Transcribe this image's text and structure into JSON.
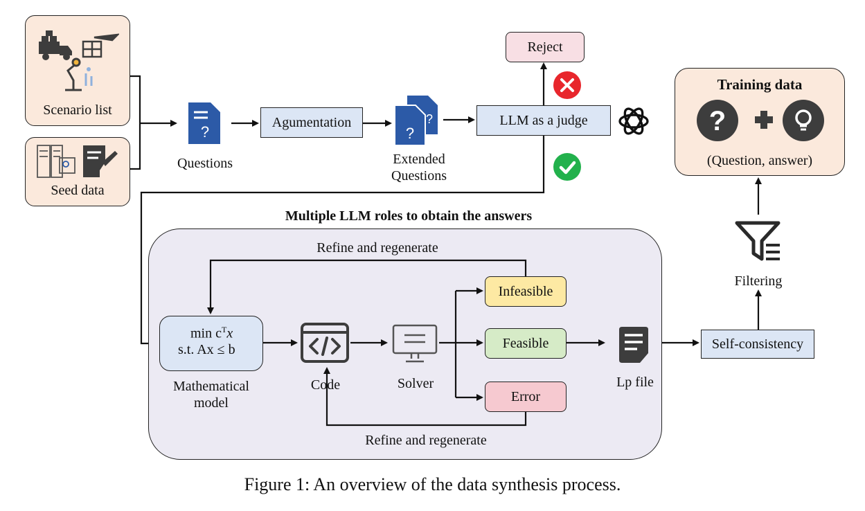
{
  "inputs": {
    "scenario_list": "Scenario list",
    "seed_data": "Seed data"
  },
  "pipeline": {
    "questions": "Questions",
    "augmentation": "Agumentation",
    "extended_questions": "Extended\nQuestions",
    "judge": "LLM as a judge",
    "reject": "Reject"
  },
  "roles": {
    "title": "Multiple LLM roles to obtain the answers",
    "refine_top": "Refine and regenerate",
    "refine_bottom": "Refine and regenerate",
    "model_line1": "min  c",
    "model_sup": "T",
    "model_line1_end": "x",
    "model_line2": "s.t.  Ax  ≤  b",
    "model_label": "Mathematical\nmodel",
    "code": "Code",
    "solver": "Solver",
    "infeasible": "Infeasible",
    "feasible": "Feasible",
    "error": "Error",
    "lp_file": "Lp file"
  },
  "output": {
    "self_consistency": "Self-consistency",
    "filtering": "Filtering",
    "training_title": "Training data",
    "training_sub": "(Question, answer)"
  },
  "caption": "Figure 1: An overview of the data synthesis process.",
  "colors": {
    "peach": "#fbe9dc",
    "blue_box": "#dce6f5",
    "reject_pink": "#f8dfe4",
    "infeasible_yellow": "#fde9a3",
    "feasible_green": "#d6ebc7",
    "error_pink": "#f6c9d0",
    "panel": "#eceaf3",
    "doc_blue": "#2c5aa7",
    "red": "#e8262c",
    "green": "#22b14c",
    "dark_icon": "#3d3d3d"
  }
}
